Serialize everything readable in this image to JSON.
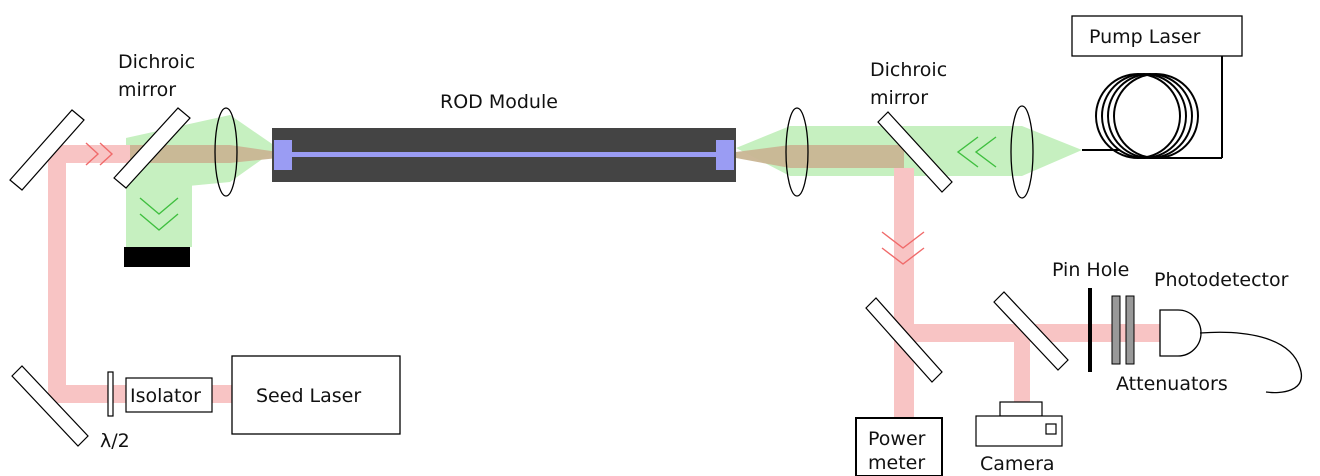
{
  "labels": {
    "dichroic_left_1": "Dichroic",
    "dichroic_left_2": "mirror",
    "rod_module": "ROD  Module",
    "dichroic_right_1": "Dichroic",
    "dichroic_right_2": "mirror",
    "pump_laser": "Pump Laser",
    "pin_hole": "Pin Hole",
    "photodetector": "Photodetector",
    "attenuators": "Attenuators",
    "isolator": "Isolator",
    "seed_laser": "Seed Laser",
    "half_wave": "λ/2",
    "power_meter_1": "Power",
    "power_meter_2": "meter",
    "camera": "Camera"
  },
  "colors": {
    "signal_beam": "#f7b7b7",
    "pump_beam": "#b8ebb2",
    "overlap_beam": "#c7b79a",
    "rod_body": "#444444",
    "rod_core": "#9a9cf3",
    "signal_arrow": "#f06a6a",
    "pump_arrow": "#33bb33",
    "outline": "#000000"
  },
  "icons": {
    "mirror": "angled-mirror-icon",
    "lens": "convex-lens-icon",
    "fiber_coil": "fiber-coil-icon",
    "detector": "photodetector-icon",
    "camera": "camera-icon"
  }
}
